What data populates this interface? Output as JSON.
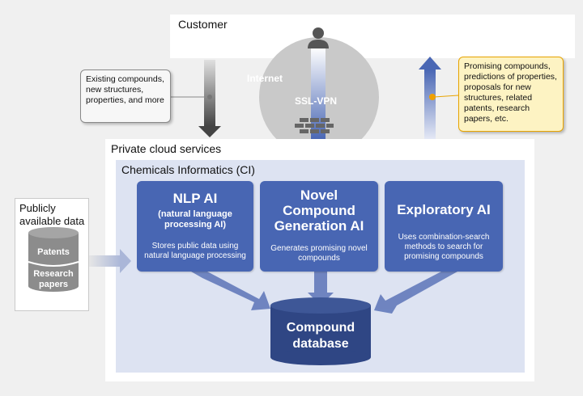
{
  "customer": {
    "label": "Customer"
  },
  "internet": {
    "label": "Internet",
    "vpn_label": "SSL-VPN"
  },
  "left_callout": {
    "text": "Existing compounds, new structures, properties, and more"
  },
  "right_callout": {
    "text": "Promising compounds, predictions of properties, proposals for new structures, related patents, research papers, etc."
  },
  "cloud": {
    "label": "Private cloud services"
  },
  "ci": {
    "label": "Chemicals Informatics (CI)"
  },
  "public_data": {
    "label": "Publicly available data",
    "db_top": "Patents",
    "db_bottom": "Research papers"
  },
  "cards": [
    {
      "title": "NLP AI",
      "subtitle": "(natural language processing AI)",
      "desc": "Stores public data using natural language processing"
    },
    {
      "title": "Novel Compound Generation AI",
      "subtitle": "",
      "desc": "Generates promising novel compounds"
    },
    {
      "title": "Exploratory AI",
      "subtitle": "",
      "desc": "Uses combination-search methods to search for promising compounds"
    }
  ],
  "database": {
    "label": "Compound database"
  },
  "colors": {
    "card": "#4866b3",
    "database": "#2f4684",
    "callout_accent": "#e8a400"
  }
}
